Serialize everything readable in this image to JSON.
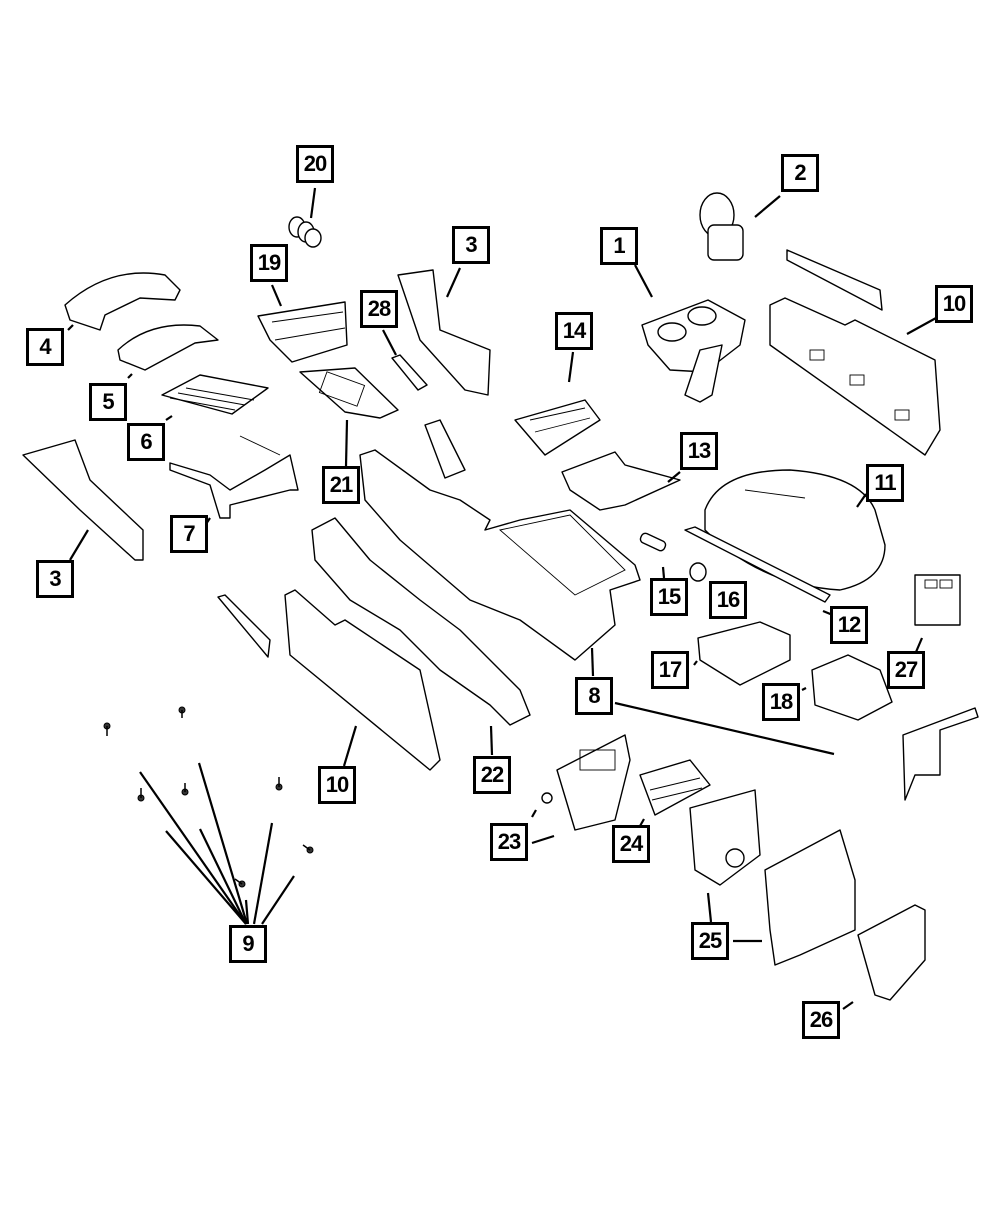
{
  "diagram": {
    "type": "exploded-parts-view",
    "subject": "center console assembly",
    "colors": {
      "line": "#000000",
      "background": "#ffffff"
    },
    "callouts": [
      {
        "id": "c1",
        "label": "1"
      },
      {
        "id": "c2",
        "label": "2"
      },
      {
        "id": "c3a",
        "label": "3"
      },
      {
        "id": "c3b",
        "label": "3"
      },
      {
        "id": "c4",
        "label": "4"
      },
      {
        "id": "c5",
        "label": "5"
      },
      {
        "id": "c6",
        "label": "6"
      },
      {
        "id": "c7",
        "label": "7"
      },
      {
        "id": "c8",
        "label": "8"
      },
      {
        "id": "c9",
        "label": "9"
      },
      {
        "id": "c10a",
        "label": "10"
      },
      {
        "id": "c10b",
        "label": "10"
      },
      {
        "id": "c11",
        "label": "11"
      },
      {
        "id": "c12",
        "label": "12"
      },
      {
        "id": "c13",
        "label": "13"
      },
      {
        "id": "c14",
        "label": "14"
      },
      {
        "id": "c15",
        "label": "15"
      },
      {
        "id": "c16",
        "label": "16"
      },
      {
        "id": "c17",
        "label": "17"
      },
      {
        "id": "c18",
        "label": "18"
      },
      {
        "id": "c19",
        "label": "19"
      },
      {
        "id": "c20",
        "label": "20"
      },
      {
        "id": "c21",
        "label": "21"
      },
      {
        "id": "c22",
        "label": "22"
      },
      {
        "id": "c23",
        "label": "23"
      },
      {
        "id": "c24",
        "label": "24"
      },
      {
        "id": "c25",
        "label": "25"
      },
      {
        "id": "c26",
        "label": "26"
      },
      {
        "id": "c27",
        "label": "27"
      },
      {
        "id": "c28",
        "label": "28"
      }
    ]
  }
}
